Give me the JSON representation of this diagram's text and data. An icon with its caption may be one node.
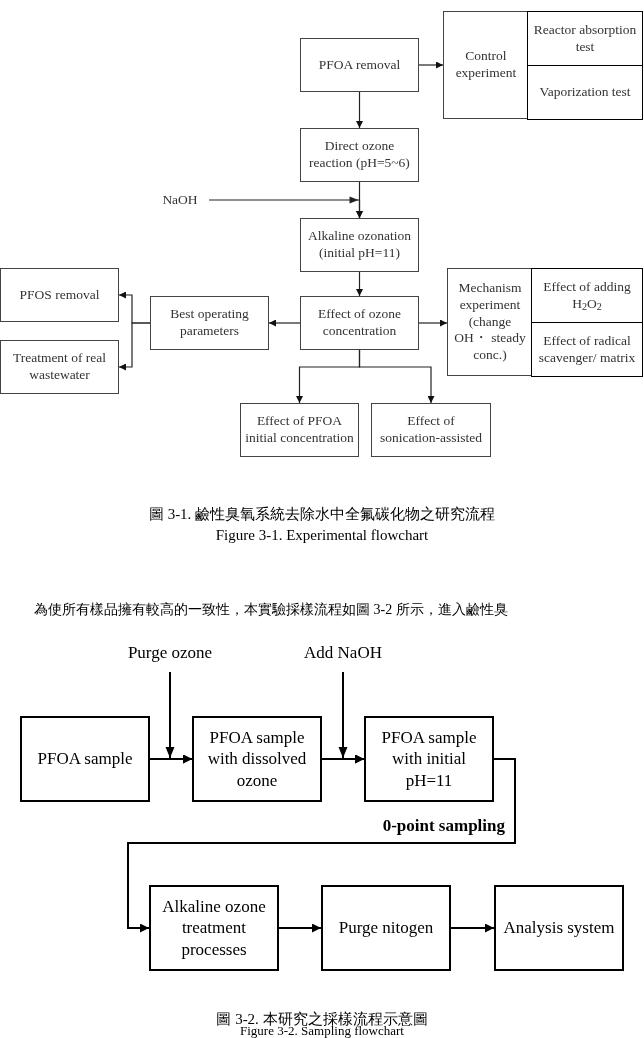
{
  "diagram": {
    "nodes": [
      {
        "text": [
          "PFOA removal"
        ]
      },
      {
        "text": [
          "Control experiment"
        ]
      },
      {
        "text": [
          "Reactor absorption test"
        ],
        "in": 1
      },
      {
        "text": [
          "Vaporization test"
        ],
        "in": 1
      },
      {
        "text": [
          "Direct ozone reaction (pH=5~6)"
        ]
      },
      {
        "text": [
          "NaOH"
        ]
      },
      {
        "text": [
          "Alkaline ozonation (initial pH=11)"
        ]
      },
      {
        "text": [
          "Effect of ozone concentration"
        ]
      },
      {
        "text": [
          "Best operating parameters"
        ]
      },
      {
        "text": [
          "PFOS removal"
        ]
      },
      {
        "text": [
          "Treatment of real wastewater"
        ]
      },
      {
        "text": [
          "Mechanism experiment (change OH・ steady conc.)"
        ]
      },
      {
        "text": [
          "Effect of adding H$_{2}$O$_{2}$"
        ],
        "in": 11
      },
      {
        "text": [
          "Effect of radical scavenger/ matrix"
        ],
        "in": 11
      },
      {
        "text": [
          "Effect of PFOA initial concentration"
        ]
      },
      {
        "text": [
          "Effect of sonication-assisted"
        ]
      },
      {
        "text": [
          "Purge ozone"
        ]
      },
      {
        "text": [
          "Add NaOH"
        ]
      },
      {
        "text": [
          "PFOA sample"
        ]
      },
      {
        "text": [
          "PFOA sample with dissolved ozone"
        ]
      },
      {
        "text": [
          "PFOA sample with initial pH=11"
        ]
      },
      {
        "text": [
          "Alkaline ozone treatment processes"
        ]
      },
      {
        "text": [
          "Purge nitogen"
        ]
      },
      {
        "text": [
          "Analysis system"
        ]
      }
    ],
    "edges": [
      {
        "from": 0,
        "to": 1,
        "arrow": "to"
      },
      {
        "from": 0,
        "to": 4,
        "arrow": "to"
      },
      {
        "from": 4,
        "to": 6,
        "arrow": "to"
      },
      {
        "from": 5,
        "to": 6,
        "arrow": "to"
      },
      {
        "from": 6,
        "to": 7,
        "arrow": "to"
      },
      {
        "from": 7,
        "to": 8,
        "arrow": "to"
      },
      {
        "from": 7,
        "to": 11,
        "arrow": "to"
      },
      {
        "from": 8,
        "to": 9,
        "arrow": "to"
      },
      {
        "from": 8,
        "to": 10,
        "arrow": "to"
      },
      {
        "from": 7,
        "to": 14,
        "arrow": "to"
      },
      {
        "from": 7,
        "to": 15,
        "arrow": "to"
      },
      {
        "from": 16,
        "to": 19,
        "arrow": "to"
      },
      {
        "from": 17,
        "to": 20,
        "arrow": "to"
      },
      {
        "from": 18,
        "to": 19,
        "arrow": "to"
      },
      {
        "from": 19,
        "to": 20,
        "arrow": "to"
      },
      {
        "from": 20,
        "to": 21,
        "arrow": "to",
        "label": "0-point sampling"
      },
      {
        "from": 21,
        "to": 22,
        "arrow": "to"
      },
      {
        "from": 22,
        "to": 23,
        "arrow": "to"
      }
    ],
    "labels": [
      "圖 3-1. 鹼性臭氧系統去除水中全氟碳化物之研究流程",
      "Figure 3-1. Experimental flowchart",
      "為使所有樣品擁有較高的一致性，本實驗採樣流程如圖 3-2 所示，進入鹼性臭",
      "圖 3-2. 本研究之採樣流程示意圖",
      "Figure 3-2. Sampling flowchart"
    ]
  }
}
